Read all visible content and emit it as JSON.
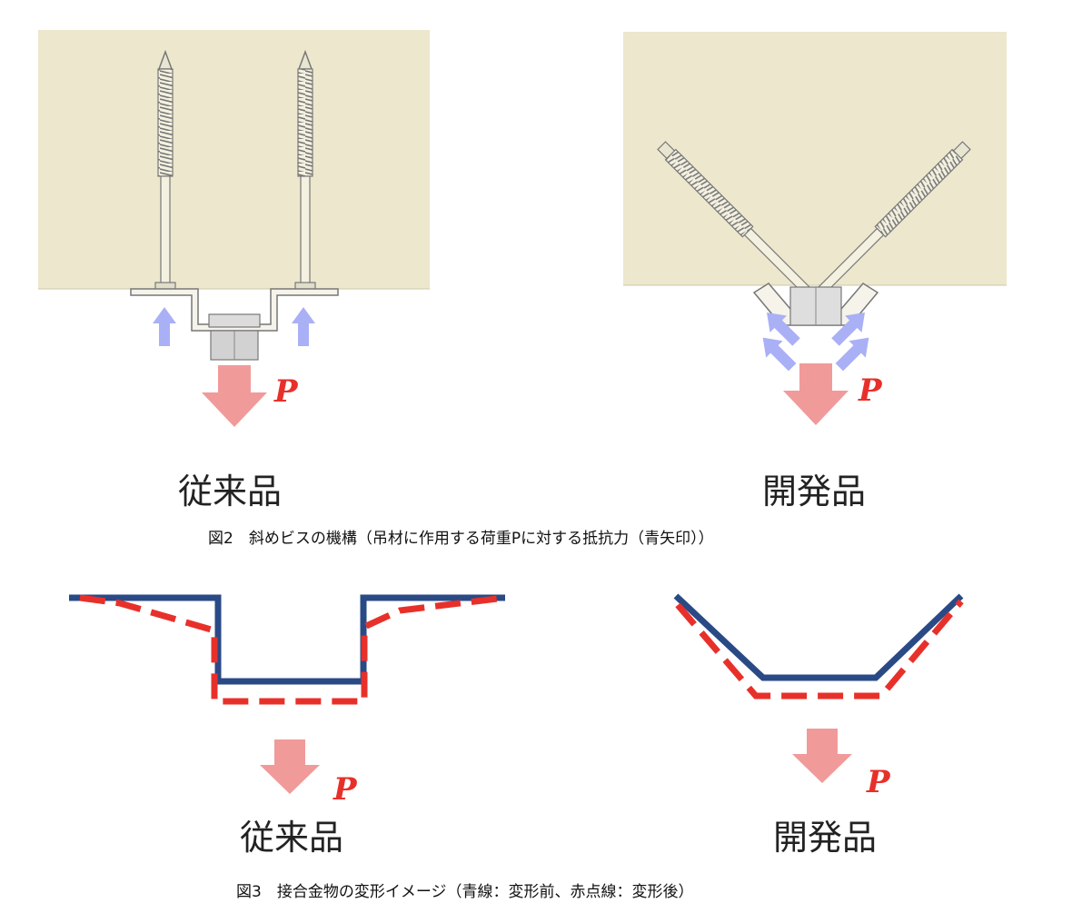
{
  "figure2": {
    "left_label": "従来品",
    "right_label": "開発品",
    "load_symbol": "P",
    "caption": "図2　斜めビスの機構（吊材に作用する荷重Pに対する抵抗力（青矢印））"
  },
  "figure3": {
    "left_label": "従来品",
    "right_label": "開発品",
    "load_symbol": "P",
    "caption": "図3　接合金物の変形イメージ（青線：変形前、赤点線：変形後）"
  },
  "colors": {
    "wood": "#ece7cd",
    "wood_edge": "#cfc9a8",
    "load_arrow": "#f19a9a",
    "reaction_arrow": "#aab0f5",
    "before_line": "#2a4a86",
    "after_line": "#e8302a",
    "screw": "#8a8a8a"
  },
  "icons": {
    "load": "down-arrow-icon",
    "reaction": "arrow-icon"
  }
}
